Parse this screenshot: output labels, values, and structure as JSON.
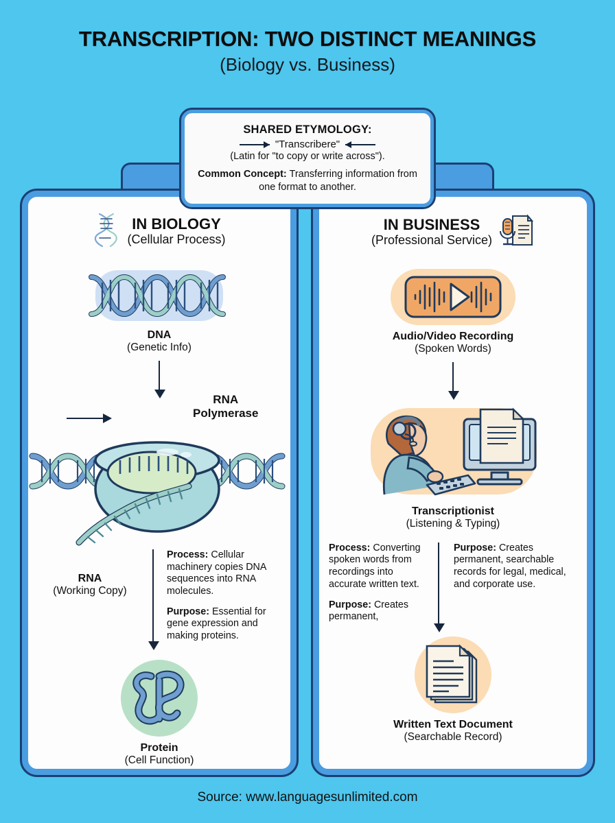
{
  "header": {
    "title": "TRANSCRIPTION: TWO DISTINCT MEANINGS",
    "subtitle": "(Biology vs. Business)"
  },
  "etymology": {
    "heading": "SHARED ETYMOLOGY:",
    "term": "\"Transcribere\"",
    "latin_gloss": "(Latin for \"to copy or write across\").",
    "common_concept_label": "Common Concept:",
    "common_concept_text": " Transferring information from one format to another.",
    "left_arrow_icon": "arrow-right-icon",
    "right_arrow_icon": "arrow-left-icon"
  },
  "biology": {
    "title": "IN BIOLOGY",
    "subtitle": "(Cellular Process)",
    "header_icon": "dna-helix-icon",
    "steps": [
      {
        "icon": "dna-double-helix-icon",
        "label": "DNA",
        "sublabel": "(Genetic Info)"
      },
      {
        "icon": "rna-polymerase-icon",
        "label": "RNA",
        "sublabel": "(Working Copy)"
      },
      {
        "icon": "protein-fold-icon",
        "label": "Protein",
        "sublabel": "(Cell Function)"
      }
    ],
    "enzyme_label_line1": "RNA",
    "enzyme_label_line2": "Polymerase",
    "details": [
      {
        "label": "Process:",
        "text": " Cellular machinery copies DNA sequences into RNA molecules."
      },
      {
        "label": "Purpose:",
        "text": " Essential for gene expression and making proteins."
      }
    ]
  },
  "business": {
    "title": "IN BUSINESS",
    "subtitle": "(Professional Service)",
    "header_icon": "microphone-document-icon",
    "steps": [
      {
        "icon": "audio-waveform-play-icon",
        "label": "Audio/Video Recording",
        "sublabel": "(Spoken Words)"
      },
      {
        "icon": "transcriptionist-typing-icon",
        "label": "Transcriptionist",
        "sublabel": "(Listening & Typing)"
      },
      {
        "icon": "stacked-documents-icon",
        "label": "Written Text Document",
        "sublabel": "(Searchable Record)"
      }
    ],
    "details_left": [
      {
        "label": "Process:",
        "text": " Converting spoken words from recordings into accurate written text."
      },
      {
        "label": "Purpose:",
        "text": " Creates permanent,"
      }
    ],
    "details_right": [
      {
        "label": "Purpose:",
        "text": " Creates permanent, searchable records for legal, medical, and corporate use."
      }
    ]
  },
  "footer": {
    "source": "Source: www.languagesunlimited.com"
  },
  "colors": {
    "background": "#4ec6ee",
    "panel_border": "#4a9de0",
    "panel_outline": "#1b3f73",
    "panel_fill": "#fdfdfd",
    "arrow": "#16263d",
    "dna_blue": "#6f9fd0",
    "dna_teal": "#9ccfc7",
    "audio_orange": "#f0a765",
    "audio_halo": "#fbdcb4",
    "protein_halo": "#b8e0c6",
    "document_halo": "#fbdcb4"
  }
}
